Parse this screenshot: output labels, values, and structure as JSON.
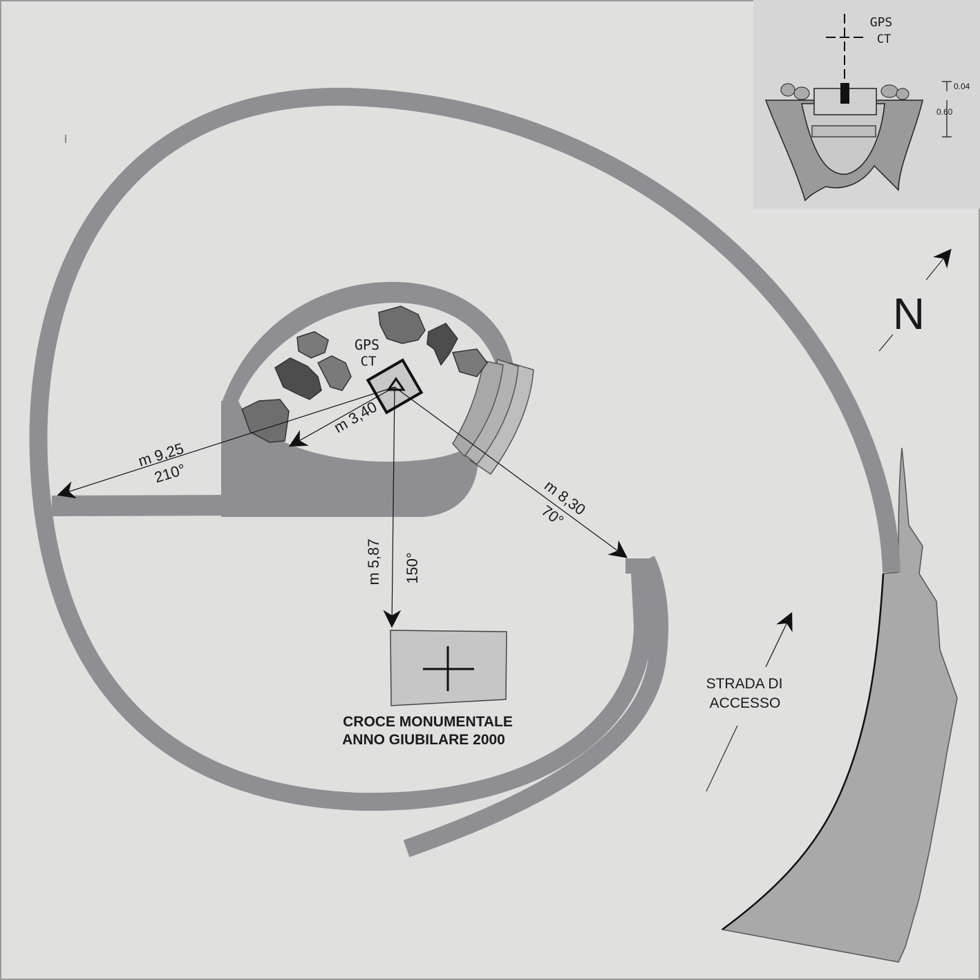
{
  "marker_label": {
    "line1": "GPS",
    "line2": "CT"
  },
  "measurements": {
    "west": {
      "distance": "m 9,25",
      "bearing": "210°"
    },
    "southwest": {
      "distance": "m 3,40"
    },
    "south": {
      "distance": "m 5,87",
      "bearing": "150°"
    },
    "southeast": {
      "distance": "m 8,30",
      "bearing": "70°"
    }
  },
  "monument": {
    "line1": "CROCE MONUMENTALE",
    "line2": "ANNO GIUBILARE 2000"
  },
  "road": {
    "line1": "STRADA DI",
    "line2": "ACCESSO"
  },
  "north": {
    "label": "N"
  },
  "inset": {
    "title_line1": "GPS",
    "title_line2": "CT",
    "dim_top": "0.04",
    "dim_depth": "0.60"
  },
  "colors": {
    "background": "#e0e0df",
    "path": "#8f8f93",
    "rock": "#6b6b6b",
    "rock_dark": "#4a4a4a",
    "terrain": "#a9a9a9",
    "monument_fill": "#c6c6c6",
    "inset_bg": "#d6d6d6"
  }
}
